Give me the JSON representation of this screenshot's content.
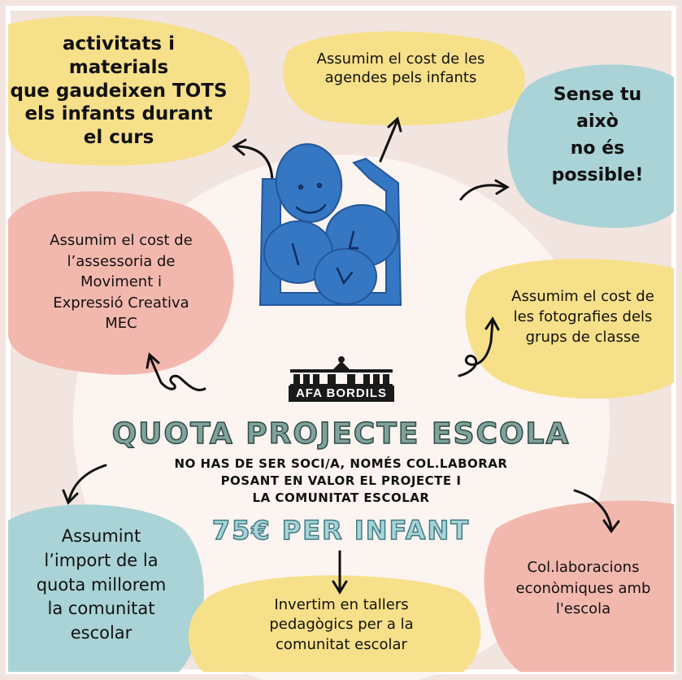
{
  "colors": {
    "background": "#f2e4df",
    "yellow": "#f7e08a",
    "teal": "#a9d3d6",
    "pink": "#f2b8ae",
    "center": "#fbf4f1",
    "logo_blue": "#3677c3",
    "title_green": "#7fa39b"
  },
  "bubbles": {
    "top_left": {
      "color": "yellow",
      "lines": [
        "activitats i materials",
        "que gaudeixen TOTS",
        "els infants durant",
        "el curs"
      ]
    },
    "top_center": {
      "color": "yellow",
      "lines": [
        "Assumim el cost de les",
        "agendes pels infants"
      ]
    },
    "top_right": {
      "color": "teal",
      "lines": [
        "Sense tu",
        "això",
        "no és",
        "possible!"
      ]
    },
    "middle_left": {
      "color": "pink",
      "lines": [
        "Assumim el cost de",
        "l’assessoria de",
        "Moviment i",
        "Expressió Creativa",
        "MEC"
      ]
    },
    "middle_right": {
      "color": "yellow",
      "lines": [
        "Assumim el cost de",
        "les fotografies dels",
        "grups de classe"
      ]
    },
    "bottom_left": {
      "color": "teal",
      "lines": [
        "Assumint",
        "l’import de la",
        "quota millorem",
        "la comunitat",
        "escolar"
      ]
    },
    "bottom_center": {
      "color": "yellow",
      "lines": [
        "Invertim en tallers",
        "pedagògics per a la",
        "comunitat escolar"
      ]
    },
    "bottom_right": {
      "color": "pink",
      "lines": [
        "Col.laboracions",
        "econòmiques amb",
        "l'escola"
      ]
    }
  },
  "logo": {
    "name": "AFA BORDILS",
    "icon": "school-building-icon",
    "illustration": "hugging-children-icon"
  },
  "main": {
    "title": "QUOTA PROJECTE ESCOLA",
    "subtitle_lines": [
      "NO HAS DE SER SOCI/A, NOMÉS COL.LABORAR",
      "POSANT EN VALOR EL PROJECTE I",
      "LA COMUNITAT ESCOLAR"
    ],
    "price": "75€ PER INFANT"
  }
}
